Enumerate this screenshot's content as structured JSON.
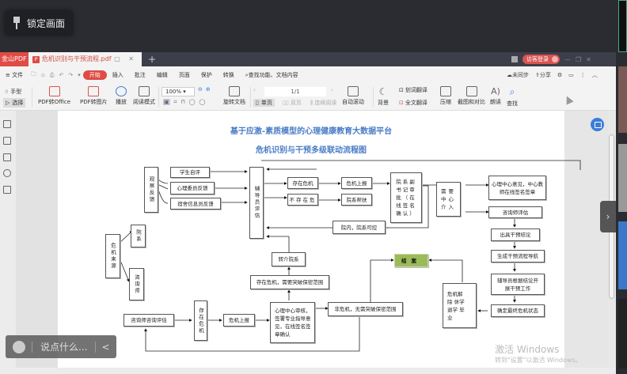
{
  "overlay": {
    "lock_label": "锁定画面",
    "chat_placeholder": "说点什么...",
    "chat_back": "<"
  },
  "tabs": {
    "app_name": "金山PDF",
    "doc_name": "危机识别与干预流程.pdf",
    "new_tab": "+"
  },
  "titlebar": {
    "login": "访客登录"
  },
  "menu": {
    "file": "≡ 文件",
    "items": [
      "开始",
      "插入",
      "批注",
      "编辑",
      "页面",
      "保护",
      "转换"
    ],
    "active": "开始",
    "search": "查找功能、文档内容",
    "right": [
      "未同步",
      "分享"
    ]
  },
  "toolbar": {
    "hand": "手型",
    "select": "选择",
    "pdf_to_office": "PDF转Office",
    "pdf_to_image": "PDF转图片",
    "play": "播放",
    "read_mode": "阅读模式",
    "zoom": "100%",
    "rotate": "旋转文档",
    "single": "单页",
    "double": "双页",
    "continuous": "连续阅读",
    "page": "1/1",
    "auto_scroll": "自动滚动",
    "background": "背景",
    "word_translate": "划词翻译",
    "full_translate": "全文翻译",
    "compress": "压缩",
    "screenshot_compare": "截图和对比",
    "read_aloud": "朗读",
    "find": "查找"
  },
  "document": {
    "title1": "基于应激-素质模型的心理健康教育大数据平台",
    "title2": "危机识别与干预多级联动流程图",
    "boxes": {
      "observe": "观察反馈",
      "self_eval": "学生自评",
      "psych_member": "心理委员反馈",
      "dorm_member": "宿舍信息员反馈",
      "counselor_eval": "辅导员评估",
      "crisis_exists": "存在危机",
      "no_crisis": "不存在危",
      "crisis_report": "危机上报",
      "college_help": "院系帮扶",
      "secretary": "院系副书记审批（在线签名确认）",
      "need_center": "需要中心介入",
      "center_opinion": "心理中心意见，中心教师在线签名签章",
      "school_control": "院内，院系可控",
      "consult_eval": "咨询师评估",
      "conclusion": "出具干预结论",
      "guide": "生成干预流程导航",
      "counselor_work": "辅导员根据结论开展干预工作",
      "final_state": "确定最终危机状态",
      "source": "危机来源",
      "college": "院系",
      "consultant": "咨询师",
      "referral": "转介院系",
      "break_secret": "存在危机，需要突破保密范围",
      "center_review": "心理中心审核，签署专业指导意见，在线签名签章确认",
      "no_break": "非危机，无需突破保密范围",
      "end": "结案",
      "resolved": "危机解除 休学 退学 毕业",
      "consult_assess": "咨询师咨询评估",
      "crisis_v": "存在危机",
      "crisis_report2": "危机上报"
    }
  },
  "watermark": {
    "title": "激活 Windows",
    "sub": "转到\"设置\"以激活 Windows。"
  }
}
